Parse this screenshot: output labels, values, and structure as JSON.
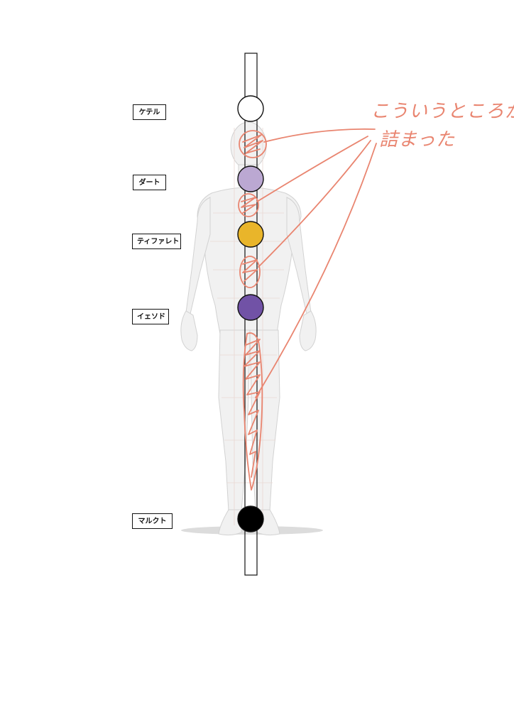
{
  "sephirot": [
    {
      "id": "keter",
      "label": "ケテル",
      "fill": "#ffffff"
    },
    {
      "id": "daat",
      "label": "ダート",
      "fill": "#bba8d2"
    },
    {
      "id": "tiferet",
      "label": "ティファレト",
      "fill": "#e9b52a"
    },
    {
      "id": "yesod",
      "label": "イェソド",
      "fill": "#7152a6"
    },
    {
      "id": "malkuth",
      "label": "マルクト",
      "fill": "#000000"
    }
  ],
  "annotation": {
    "line1": "こういうところが",
    "line2": "詰まった",
    "color": "#e98570"
  },
  "colors": {
    "pillar_stroke": "#111111",
    "figure_fill": "#f1f1f1",
    "figure_stroke": "#d4d4d4",
    "grid": "#e8c8c0",
    "shadow": "#d8d8d8"
  }
}
